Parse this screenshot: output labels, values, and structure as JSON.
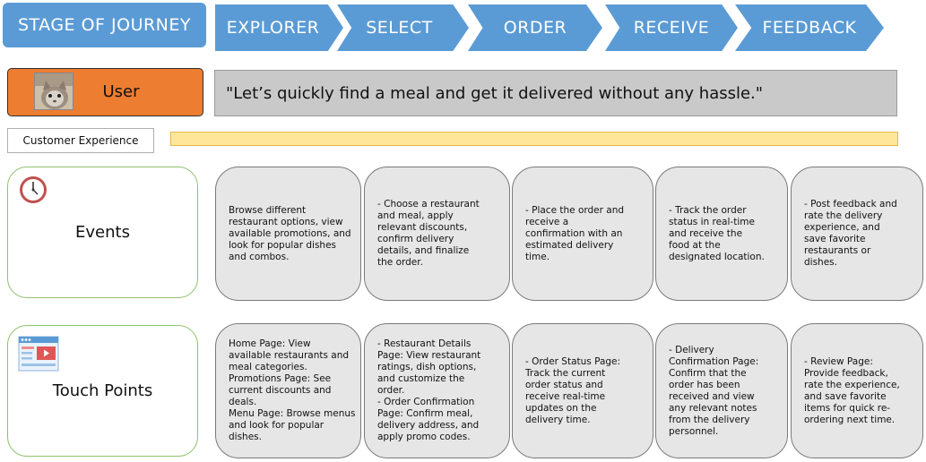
{
  "header": {
    "stage_label": "STAGE OF JOURNEY",
    "stages": [
      "EXPLORER",
      "SELECT",
      "ORDER",
      "RECEIVE",
      "FEEDBACK"
    ]
  },
  "persona": {
    "label": "User",
    "quote": "\"Let’s quickly find a meal and get it delivered without any hassle.\""
  },
  "section_label": "Customer Experience",
  "rows": {
    "events": {
      "title": "Events",
      "icon": "clock-icon",
      "cards": [
        "Browse different\nrestaurant options, view\navailable promotions, and\nlook for popular dishes\nand combos.",
        "-   Choose a restaurant\n     and meal, apply\n     relevant discounts,\n     confirm delivery\n     details, and finalize\n     the order.",
        "-   Place the order and\n     receive a\n     confirmation with an\n     estimated delivery\n     time.",
        "-   Track the order\n     status in real-time\n     and receive the\n     food at the\n     designated location.",
        "-   Post feedback and\n     rate the delivery\n     experience, and\n     save favorite\n     restaurants or\n     dishes."
      ]
    },
    "touch_points": {
      "title": "Touch Points",
      "icon": "browser-video-icon",
      "cards": [
        "Home Page: View\navailable restaurants and\nmeal categories.\nPromotions Page: See\ncurrent discounts and\ndeals.\nMenu Page: Browse menus\nand look for popular\ndishes.",
        "-   Restaurant Details\n     Page: View restaurant\n     ratings, dish options,\n     and customize the\n     order.\n-   Order Confirmation\n     Page: Confirm meal,\n     delivery address, and\n     apply promo codes.",
        "-   Order Status Page:\n     Track the current\n     order status and\n     receive real-time\n     updates on the\n     delivery time.",
        "-   Delivery\n     Confirmation Page:\n     Confirm that the\n     order has been\n     received and view\n     any relevant notes\n     from the delivery\n     personnel.",
        "-   Review Page:\n     Provide feedback,\n     rate the experience,\n     and save favorite\n     items for quick re-\n     ordering next time."
      ]
    }
  },
  "colors": {
    "stage_blue": "#5b9bd5",
    "user_orange": "#ed7d31",
    "quote_gray": "#c9c9c9",
    "bar_yellow": "#ffe699",
    "card_gray": "#e6e6e6",
    "green_border": "#8fc16b"
  }
}
